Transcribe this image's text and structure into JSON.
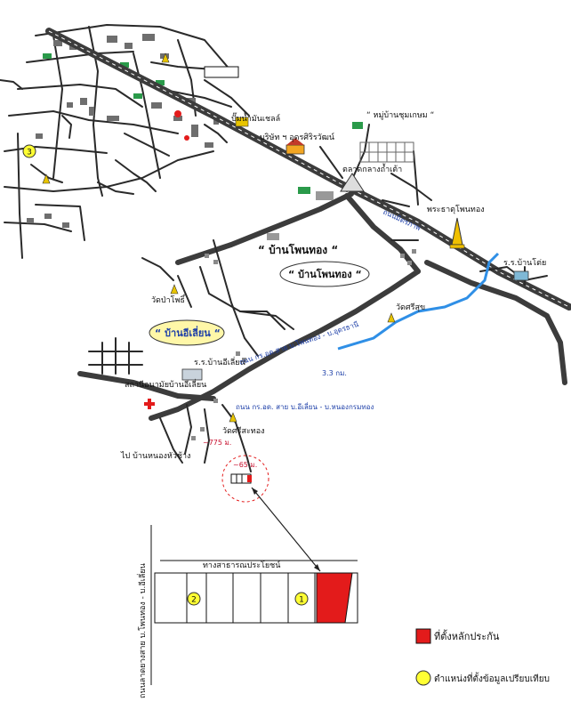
{
  "labels": {
    "village_main": "“ บ้านโพนทอง “",
    "village_main_2": "“ บ้านโพนทอง “",
    "village_left": "“ บ้านอีเลี่ยน “",
    "shell_station": "ปั๊มน้ำมันเชลล์",
    "company": "บริษัท ฯ อุดรศิริรวัฒน์",
    "village_chun": "“ หมู่บ้านชุมเกษม “",
    "market": "ตลาดกลางถ้ำเต้า",
    "chedi": "พระธาตุโพนทอง",
    "school_right": "ร.ร.บ้านโต่ย",
    "school_left": "ร.ร.บ้านอีเลี่ยน",
    "health": "สถานีอนามัยบ้านอีเลี่ยน",
    "wat_sri": "วัดศรีสุข",
    "wat_left": "วัดป่าโพธิ์",
    "wat_bottom": "วัดศรีสะทอง",
    "to_road": "ไป บ้านหนองหัวช้าง",
    "dist_775": "~775 ม.",
    "dist_65": "~65 ม.",
    "road_name_1": "ถนน กร.อด. สาย บ.อีเลี่ยน - บ.หนองกรมทอง",
    "road_name_2": "ถนน กร.อด.สาย บ.โพนทอง - บ.อุดรธานี",
    "road_name_3": "ถนนมิตรภาพ",
    "label_33": "3.3 กม.",
    "inset_top_road": "ทางสาธารณประโยชน์",
    "inset_left_road": "ถนนลาดยางสาย บ.โพนทอง - บ.อีเลี่ยน",
    "marker_1": "1",
    "marker_2": "2",
    "marker_3": "3"
  },
  "legend": {
    "collateral_label": "ที่ตั้งหลักประกัน",
    "comparison_label": "ตำแหน่งที่ตั้งข้อมูลเปรียบเทียบ",
    "collateral_color": "#e31b1b",
    "comparison_color": "#ffff33"
  }
}
